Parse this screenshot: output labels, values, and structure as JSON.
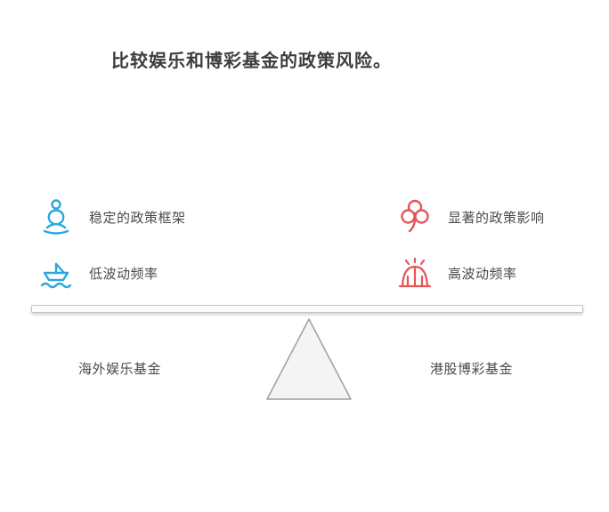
{
  "title": "比较娱乐和博彩基金的政策风险。",
  "colors": {
    "left_accent": "#2aa7df",
    "right_accent": "#e25458",
    "text": "#4a4a4a",
    "beam_fill": "#fdfdfd",
    "beam_border": "#c4c4c4"
  },
  "left": {
    "fund_label": "海外娱乐基金",
    "items": [
      {
        "icon": "meditating-person-icon",
        "label": "稳定的政策框架"
      },
      {
        "icon": "boat-icon",
        "label": "低波动频率"
      }
    ]
  },
  "right": {
    "fund_label": "港股博彩基金",
    "items": [
      {
        "icon": "clover-icon",
        "label": "显著的政策影响"
      },
      {
        "icon": "roller-coaster-icon",
        "label": "高波动频率"
      }
    ]
  }
}
